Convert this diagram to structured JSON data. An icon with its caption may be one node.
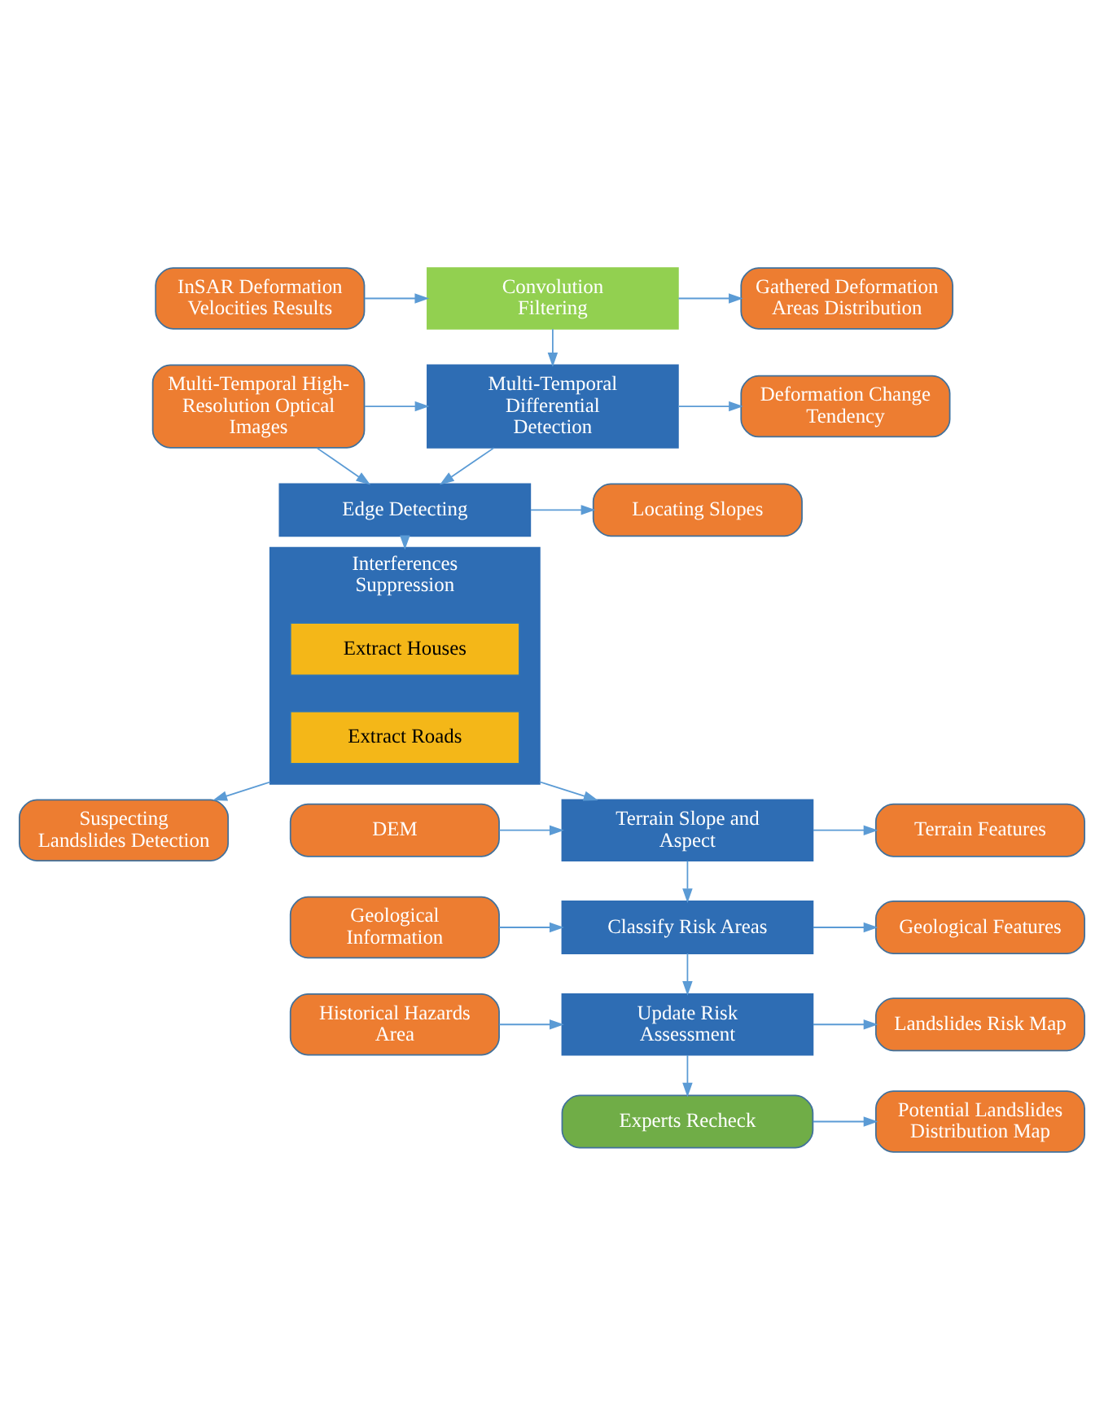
{
  "diagram": {
    "nodes": [
      {
        "text": [
          "InSAR Deformation Velocities Results"
        ]
      },
      {
        "text": [
          "Convolution Filtering"
        ]
      },
      {
        "text": [
          "Gathered Deformation Areas Distribution"
        ]
      },
      {
        "text": [
          "Multi-Temporal Differential Detection"
        ]
      },
      {
        "text": [
          "Multi-Temporal High-Resolution Optical Images"
        ]
      },
      {
        "text": [
          "Deformation Change Tendency"
        ]
      },
      {
        "text": [
          "Edge Detecting"
        ]
      },
      {
        "text": [
          "Locating Slopes"
        ]
      },
      {
        "text": [
          "Interferences Suppression"
        ]
      },
      {
        "text": [
          "Extract Houses"
        ],
        "in": 8
      },
      {
        "text": [
          "Extract Roads"
        ],
        "in": 8
      },
      {
        "text": [
          "Suspecting Landslides Detection"
        ]
      },
      {
        "text": [
          "DEM"
        ]
      },
      {
        "text": [
          "Terrain Slope and Aspect"
        ]
      },
      {
        "text": [
          "Terrain Features"
        ]
      },
      {
        "text": [
          "Geological Information"
        ]
      },
      {
        "text": [
          "Classify Risk Areas"
        ]
      },
      {
        "text": [
          "Geological Features"
        ]
      },
      {
        "text": [
          "Historical Hazards Area"
        ]
      },
      {
        "text": [
          "Update Risk Assessment"
        ]
      },
      {
        "text": [
          "Landslides Risk Map"
        ]
      },
      {
        "text": [
          "Experts Recheck"
        ]
      },
      {
        "text": [
          "Potential Landslides Distribution Map"
        ]
      }
    ],
    "edges": [
      {
        "from": 0,
        "to": 1,
        "arrow": "to"
      },
      {
        "from": 1,
        "to": 2,
        "arrow": "to"
      },
      {
        "from": 1,
        "to": 3,
        "arrow": "to"
      },
      {
        "from": 4,
        "to": 3,
        "arrow": "to"
      },
      {
        "from": 4,
        "to": 6,
        "arrow": "to"
      },
      {
        "from": 3,
        "to": 5,
        "arrow": "to"
      },
      {
        "from": 3,
        "to": 6,
        "arrow": "to"
      },
      {
        "from": 6,
        "to": 7,
        "arrow": "to"
      },
      {
        "from": 6,
        "to": 8,
        "arrow": "to"
      },
      {
        "from": 8,
        "to": 11,
        "arrow": "to"
      },
      {
        "from": 8,
        "to": 13,
        "arrow": "to"
      },
      {
        "from": 12,
        "to": 13,
        "arrow": "to"
      },
      {
        "from": 13,
        "to": 14,
        "arrow": "to"
      },
      {
        "from": 13,
        "to": 16,
        "arrow": "to"
      },
      {
        "from": 15,
        "to": 16,
        "arrow": "to"
      },
      {
        "from": 16,
        "to": 17,
        "arrow": "to"
      },
      {
        "from": 16,
        "to": 19,
        "arrow": "to"
      },
      {
        "from": 18,
        "to": 19,
        "arrow": "to"
      },
      {
        "from": 19,
        "to": 20,
        "arrow": "to"
      },
      {
        "from": 19,
        "to": 21,
        "arrow": "to"
      },
      {
        "from": 21,
        "to": 22,
        "arrow": "to"
      }
    ]
  }
}
